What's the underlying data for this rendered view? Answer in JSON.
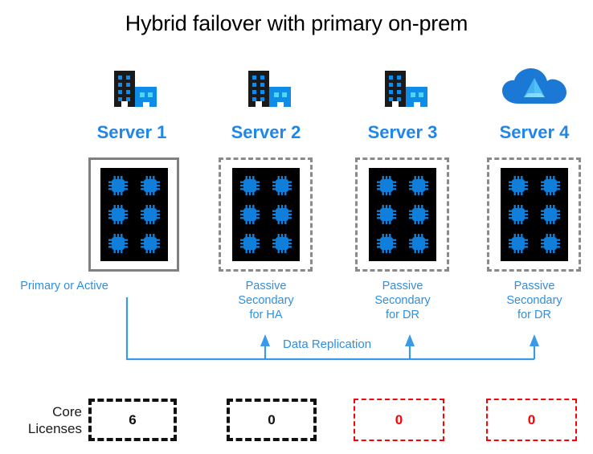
{
  "title": "Hybrid failover with primary on-prem",
  "theme": {
    "accent_blue": "#2186e8",
    "caption_blue": "#2f8fe0",
    "line_blue": "#3b9ae8",
    "rack_border_solid": "#808080",
    "rack_border_dashed": "#8a8a8a",
    "rack_inner": "#000000",
    "cpu_blue": "#0f7fdb",
    "license_black": "#111111",
    "license_red": "#fb0007",
    "building_dark": "#1a1a1a",
    "building_blue": "#0f8ce8",
    "cloud_blue": "#1b78d4"
  },
  "servers": [
    {
      "label": "Server 1",
      "icon": "office-building-icon",
      "border_style": "solid",
      "cpu_count": 6,
      "caption_lines": [
        "Primary or Active"
      ]
    },
    {
      "label": "Server 2",
      "icon": "office-building-icon",
      "border_style": "dashed",
      "cpu_count": 6,
      "caption_lines": [
        "Passive",
        "Secondary",
        "for HA"
      ]
    },
    {
      "label": "Server 3",
      "icon": "office-building-icon",
      "border_style": "dashed",
      "cpu_count": 6,
      "caption_lines": [
        "Passive",
        "Secondary",
        "for DR"
      ]
    },
    {
      "label": "Server 4",
      "icon": "azure-cloud-icon",
      "border_style": "dashed",
      "cpu_count": 6,
      "caption_lines": [
        "Passive",
        "Secondary",
        "for DR"
      ]
    }
  ],
  "replication": {
    "label": "Data Replication",
    "source": "Server 1",
    "targets": [
      "Server 2",
      "Server 3",
      "Server 4"
    ],
    "arrow_count": 3,
    "direction": "up"
  },
  "core_licenses": {
    "row_label_line1": "Core",
    "row_label_line2": "Licenses",
    "values": [
      {
        "value": "6",
        "style": "black"
      },
      {
        "value": "0",
        "style": "black"
      },
      {
        "value": "0",
        "style": "red"
      },
      {
        "value": "0",
        "style": "red"
      }
    ]
  }
}
